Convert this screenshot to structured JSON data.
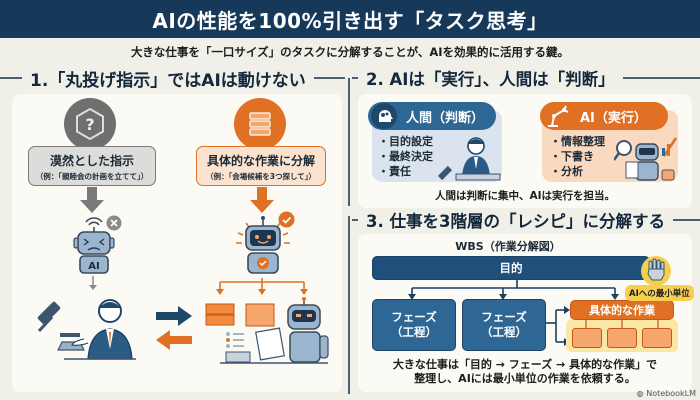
{
  "header": {
    "title": "AIの性能を100%引き出す「タスク思考」",
    "subtitle": "大きな仕事を「一口サイズ」のタスクに分解することが、AIを効果的に活用する鍵。"
  },
  "section1": {
    "heading": "1.「丸投げ指示」ではAIは動けない",
    "vague": {
      "title": "漠然とした指示",
      "example": "（例：「親睦会の計画を立てて」）",
      "icon": "question-hexagon-icon",
      "robot_label": "AI",
      "status_icon": "cross-icon"
    },
    "concrete": {
      "title": "具体的な作業に分解",
      "example": "（例：「会場候補を3つ探して」）",
      "icon": "stacked-blocks-icon",
      "status_icon": "check-icon"
    }
  },
  "section2": {
    "heading": "2. AIは「実行」、人間は「判断」",
    "human": {
      "label": "人間（判断）",
      "items": [
        "目的設定",
        "最終決定",
        "責任"
      ],
      "icon": "head-gears-icon"
    },
    "ai": {
      "label": "AI（実行）",
      "items": [
        "情報整理",
        "下書き",
        "分析"
      ],
      "icon": "robot-arm-icon"
    },
    "caption": "人間は判断に集中、AIは実行を担当。"
  },
  "section3": {
    "heading": "3. 仕事を3階層の「レシピ」に分解する",
    "wbs_title": "WBS（作業分解図）",
    "goal": "目的",
    "phase_label": "フェーズ",
    "phase_sub": "（工程）",
    "task": "具体的な作業",
    "badge": "AIへの最小単位",
    "caption_line1": "大きな仕事は「目的 → フェーズ → 具体的な作業」で",
    "caption_line2": "整理し、AIには最小単位の作業を依頼する。"
  },
  "watermark": "NotebookLM",
  "colors": {
    "navy": "#16395a",
    "blue": "#2f6794",
    "orange": "#e07024",
    "light_orange": "#f5a66c",
    "gray": "#6f6f6f",
    "yellow": "#f7cf4e"
  }
}
